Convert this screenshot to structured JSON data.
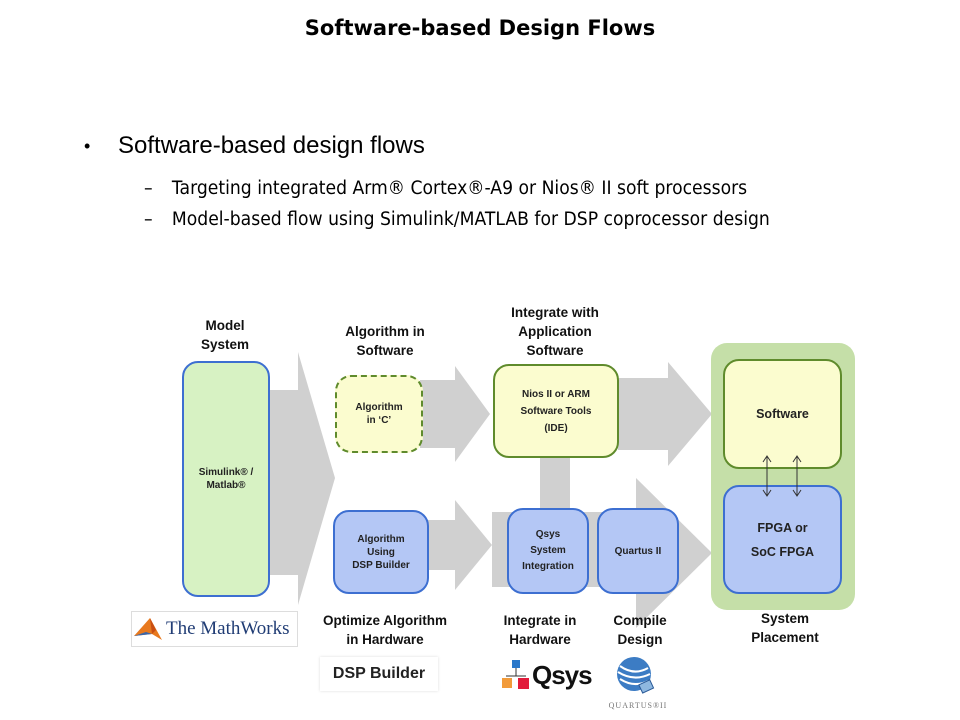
{
  "slide": {
    "title": "Software-based Design Flows",
    "bullets": [
      {
        "text": "Software-based design flows",
        "marker": "•",
        "sub_items": [
          {
            "marker": "–",
            "text": "Targeting integrated Arm® Cortex®-A9 or Nios® II soft processors"
          },
          {
            "marker": "–",
            "text": "Model-based flow using Simulink/MATLAB for DSP coprocessor design"
          }
        ]
      }
    ]
  },
  "diagram": {
    "stages": {
      "model_system": {
        "caption": [
          "Model",
          "System"
        ],
        "box": [
          "Simulink® /",
          "Matlab®"
        ]
      },
      "algorithm_software": {
        "caption": [
          "Algorithm in",
          "Software"
        ],
        "box": [
          "Algorithm",
          "in ‘C’"
        ]
      },
      "integrate_app_software": {
        "caption": [
          "Integrate with",
          "Application",
          "Software"
        ],
        "box": [
          "Nios II or ARM",
          "Software Tools",
          "(IDE)"
        ]
      },
      "optimize_hardware": {
        "caption": [
          "Optimize Algorithm",
          "in Hardware"
        ],
        "box": [
          "Algorithm",
          "Using",
          "DSP Builder"
        ]
      },
      "integrate_hardware": {
        "caption": [
          "Integrate in",
          "Hardware"
        ],
        "box": [
          "Qsys",
          "System",
          "Integration"
        ]
      },
      "compile_design": {
        "caption": [
          "Compile",
          "Design"
        ],
        "box": [
          "Quartus II"
        ]
      },
      "system_placement": {
        "caption": [
          "System",
          "Placement"
        ],
        "software_box": "Software",
        "fpga_box": [
          "FPGA or",
          "SoC FPGA"
        ]
      }
    },
    "logos": {
      "mathworks": "The MathWorks",
      "dsp_builder": "DSP Builder",
      "qsys": "Qsys",
      "quartus": "QUARTUS®II"
    },
    "colors": {
      "arrow_gray": "#d0d0d0",
      "blue_fill": "#b4c7f5",
      "blue_border": "#3d6fd1",
      "green_fill": "#d7f2c3",
      "yellow_fill": "#fbfccf",
      "green_border": "#5f8b2c",
      "placement_bg": "#c5dfa8"
    }
  }
}
